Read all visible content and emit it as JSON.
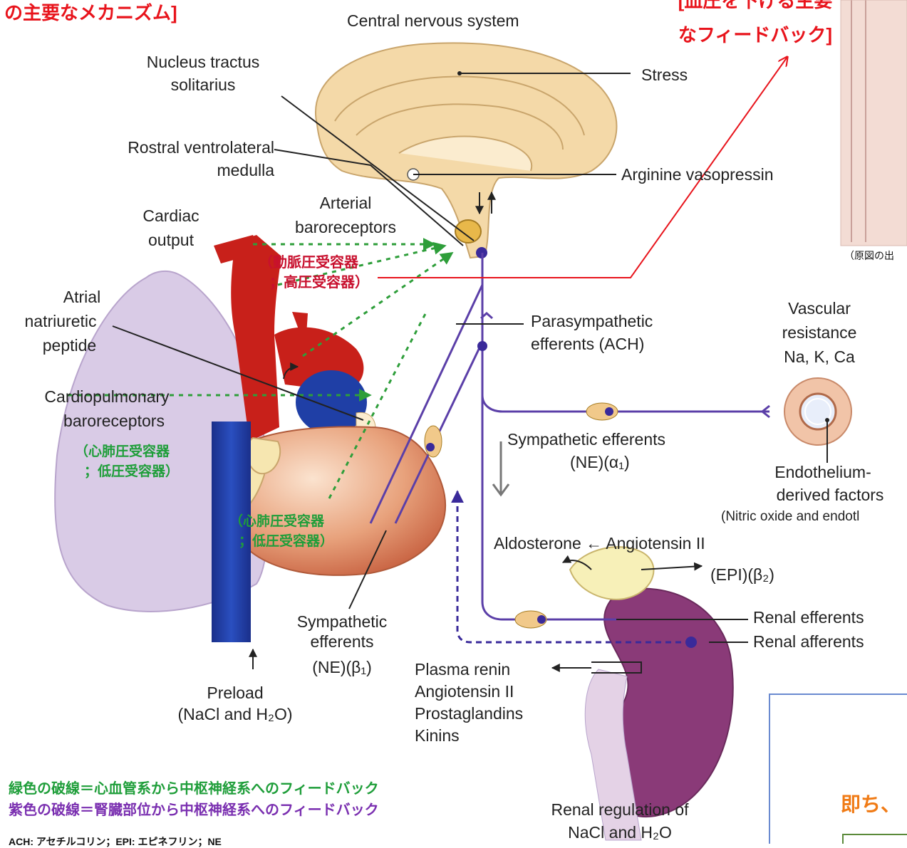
{
  "labels": {
    "title_left": "の主要なメカニズム]",
    "title_right_1": "[血圧を下げる主要",
    "title_right_2": "なフィードバック]",
    "cns": "Central nervous system",
    "nts_1": "Nucleus tractus",
    "nts_2": "solitarius",
    "stress": "Stress",
    "rvlm_1": "Rostral ventrolateral",
    "rvlm_2": "medulla",
    "avp": "Arginine vasopressin",
    "arterial_baro_1": "Arterial",
    "arterial_baro_2": "baroreceptors",
    "cardiac_output_1": "Cardiac",
    "cardiac_output_2": "output",
    "arterial_jp_1": "（動脈圧受容器",
    "arterial_jp_2": "；高圧受容器）",
    "anp_1": "Atrial",
    "anp_2": "natriuretic",
    "anp_3": "peptide",
    "para_1": "Parasympathetic",
    "para_2": "efferents (ACH)",
    "vasc_1": "Vascular",
    "vasc_2": "resistance",
    "vasc_3": "Na, K, Ca",
    "cp_baro_1": "Cardiopulmonary",
    "cp_baro_2": "baroreceptors",
    "cp_jp_a1": "（心肺圧受容器",
    "cp_jp_a2": "；低圧受容器）",
    "cp_jp_b1": "（心肺圧受容器",
    "cp_jp_b2": "；低圧受容器）",
    "symp_a1_1": "Sympathetic efferents",
    "symp_a1_2": "(NE)(α₁)",
    "endo_1": "Endothelium-",
    "endo_2": "derived factors",
    "endo_3": "(Nitric oxide and endotl",
    "aldo": "Aldosterone ← Angiotensin II",
    "epi": "(EPI)(β₂)",
    "renal_eff": "Renal efferents",
    "renal_aff": "Renal afferents",
    "symp_b1_1": "Sympathetic",
    "symp_b1_2": "efferents",
    "symp_b1_3": "(NE)(β₁)",
    "renin_1": "Plasma renin",
    "renin_2": "Angiotensin II",
    "renin_3": "Prostaglandins",
    "renin_4": "Kinins",
    "preload_1": "Preload",
    "preload_2": "(NaCl and H₂O)",
    "renal_reg_1": "Renal regulation of",
    "renal_reg_2": "NaCl and H₂O",
    "legend_green": "緑色の破線＝心血管系から中枢神経系へのフィードバック",
    "legend_purple": "紫色の破線＝腎臓部位から中枢神経系へのフィードバック",
    "abbrev": "ACH: アセチルコリン；EPI: エピネフリン；NE",
    "source_note": "（原図の出",
    "sokuchi": "即ち、"
  },
  "colors": {
    "title_red": "#e8141c",
    "feedback_green": "#2e9e3a",
    "nerve_purple": "#5b3fa8",
    "kidney": "#8a3a78",
    "heart_red": "#c8201a",
    "vein_blue": "#1f3fa6"
  }
}
